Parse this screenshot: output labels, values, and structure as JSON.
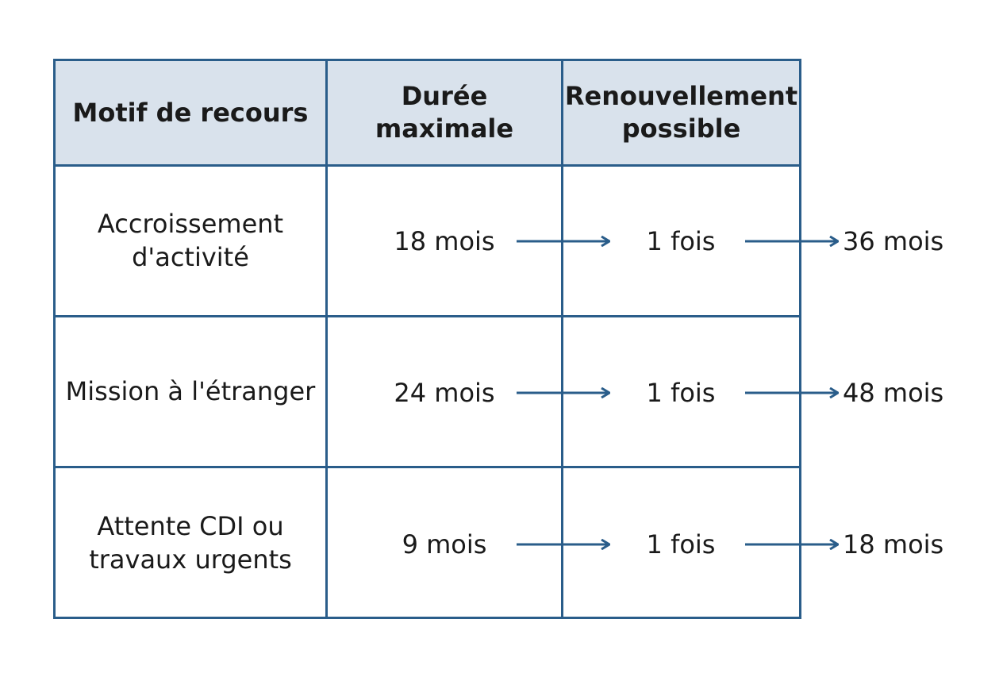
{
  "table": {
    "headers": [
      [
        "Motif de recours"
      ],
      [
        "Durée",
        "maximale"
      ],
      [
        "Renouvellement",
        "possible"
      ]
    ],
    "rows": [
      {
        "motif": [
          "Accroissement",
          "d'activité"
        ],
        "duree": "18 mois",
        "renouvellement": "1 fois",
        "total": "36 mois"
      },
      {
        "motif": [
          "Mission à l'étranger"
        ],
        "duree": "24 mois",
        "renouvellement": "1 fois",
        "total": "48 mois"
      },
      {
        "motif": [
          "Attente CDI ou",
          "travaux urgents"
        ],
        "duree": "9 mois",
        "renouvellement": "1 fois",
        "total": "18 mois"
      }
    ]
  },
  "colors": {
    "border": "#2a5d8a",
    "header_bg": "#d9e2ec",
    "arrow": "#2a5d8a"
  }
}
